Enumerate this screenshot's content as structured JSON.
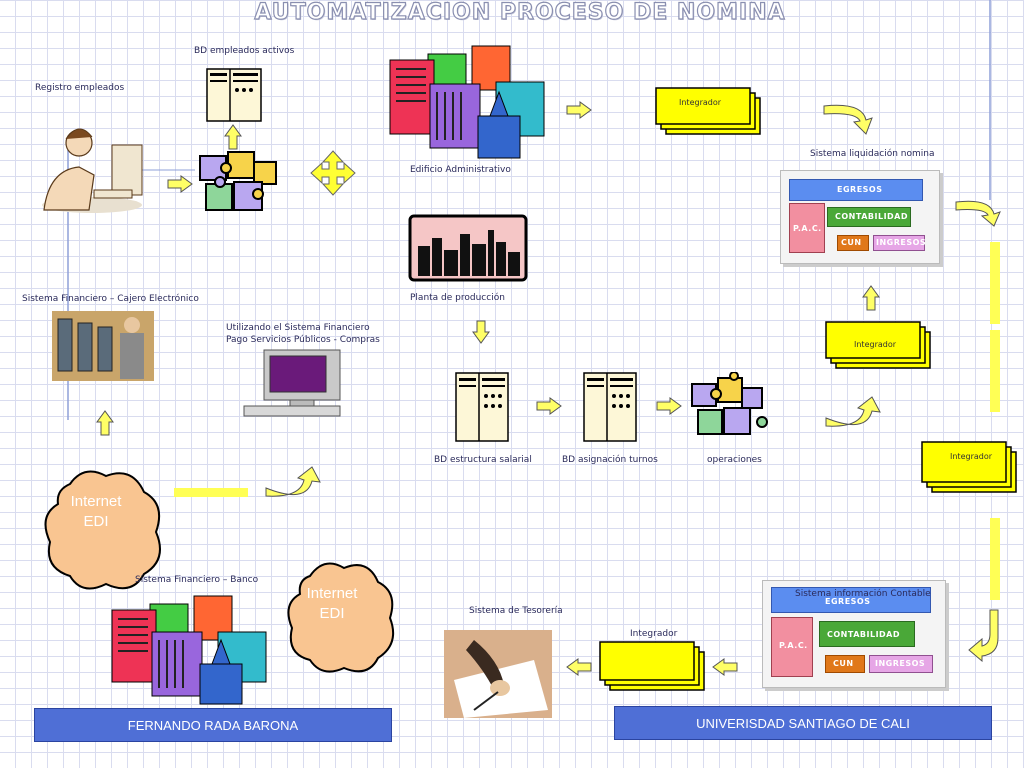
{
  "title": "AUTOMATIZACION PROCESO DE NOMINA",
  "labels": {
    "bd_empleados": "BD empleados activos",
    "registro": "Registro empleados",
    "edificio": "Edificio Administrativo",
    "sistema_liquidacion": "Sistema liquidación nomina",
    "sistema_financiero_cajero": "Sistema Financiero –  Cajero Electrónico",
    "planta": "Planta de producción",
    "utilizando_1": "Utilizando el Sistema Financiero",
    "utilizando_2": "Pago Servicios Públicos - Compras",
    "bd_estructura": "BD  estructura salarial",
    "bd_asignacion": "BD  asignación turnos",
    "operaciones": "operaciones",
    "sistema_banco": "Sistema Financiero –  Banco",
    "tesoreria": "Sistema de Tesorería",
    "sistema_contable": "Sistema información Contable"
  },
  "integrador": "Integrador",
  "cloud": {
    "line1": "Internet",
    "line2": "EDI"
  },
  "sysbox": {
    "egresos": "EGRESOS",
    "contabilidad": "CONTABILIDAD",
    "pac": "P.A.C.",
    "cun": "CUN",
    "ingresos": "INGRESOS"
  },
  "footer": {
    "left": "FERNANDO  RADA BARONA",
    "right": "UNIVERISDAD SANTIAGO DE CALI"
  },
  "colors": {
    "arrow_yellow": "#ffff66",
    "integrador_yellow": "#ffff00",
    "footer_blue": "#4f6fd6",
    "cloud_orange": "#f9c591"
  }
}
